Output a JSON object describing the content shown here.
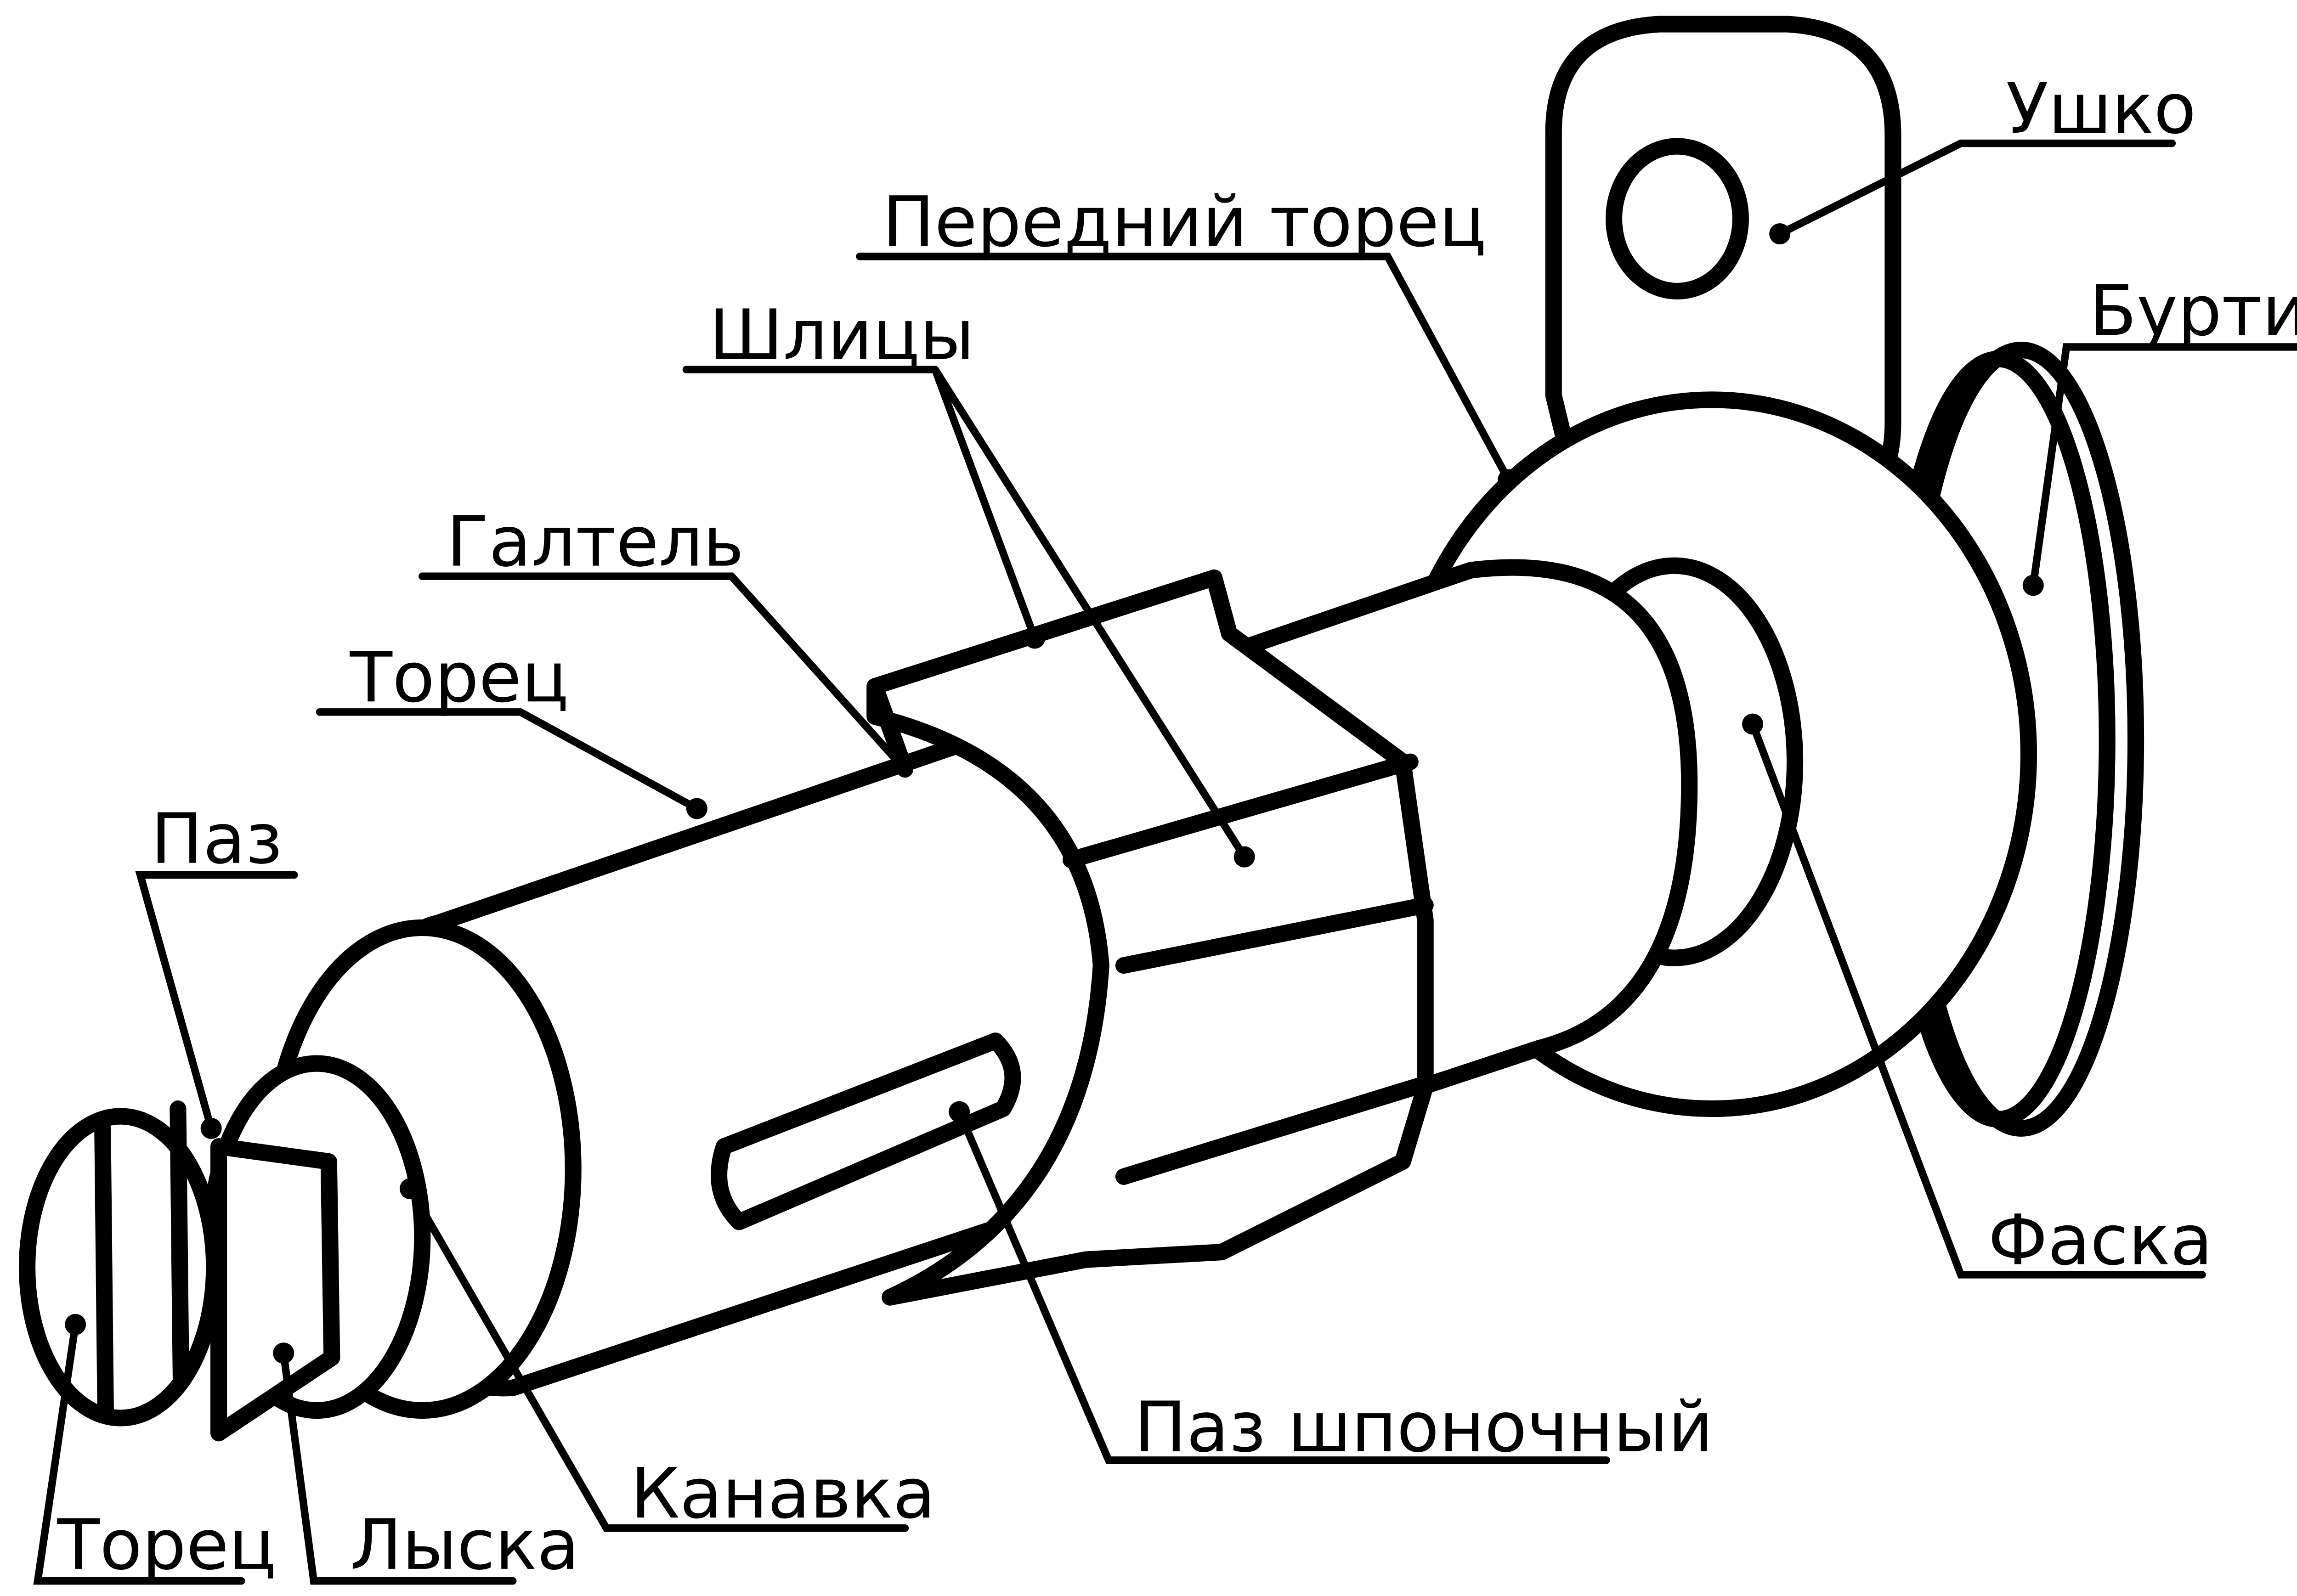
{
  "labels": {
    "ushko": "Ушко",
    "peredniy_torets": "Передний торец",
    "burtik": "Буртик",
    "shlitsy": "Шлицы",
    "galtel": "Галтель",
    "torets_top": "Торец",
    "paz": "Паз",
    "faska": "Фаска",
    "paz_shponochny": "Паз шпоночный",
    "kanavka": "Канавка",
    "torets_bottom": "Торец",
    "lyska": "Лыска"
  }
}
